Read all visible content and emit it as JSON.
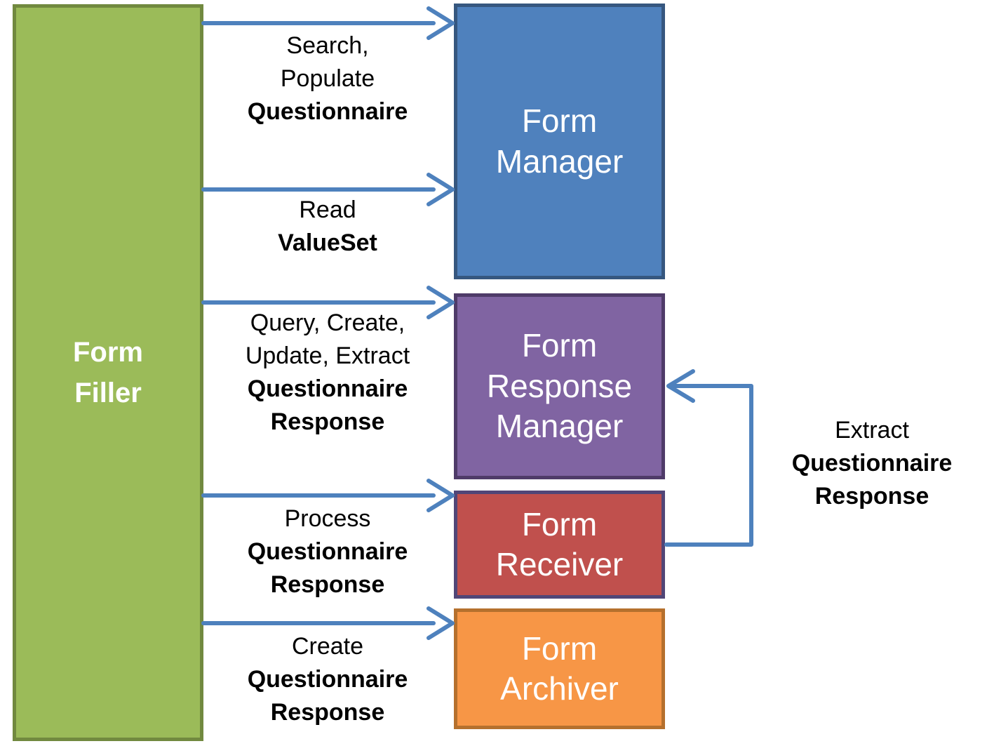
{
  "diagram": {
    "background_color": "#FFFFFF",
    "arrow_color": "#4E81BD",
    "actors": [
      {
        "id": "form-filler",
        "label": "Form Filler",
        "fill": "#9BBB59",
        "border": "#71893F",
        "text_color": "#FFFFFF"
      },
      {
        "id": "form-manager",
        "label": "Form Manager",
        "fill": "#4F81BD",
        "border": "#36577F",
        "text_color": "#FFFFFF"
      },
      {
        "id": "form-response-manager",
        "label": "Form Response Manager",
        "fill": "#8064A2",
        "border": "#4F3B69",
        "text_color": "#FFFFFF"
      },
      {
        "id": "form-receiver",
        "label": "Form Receiver",
        "fill": "#C0504D",
        "border": "#514677",
        "text_color": "#FFFFFF"
      },
      {
        "id": "form-archiver",
        "label": "Form Archiver",
        "fill": "#F79646",
        "border": "#B5702D",
        "text_color": "#FFFFFF"
      }
    ],
    "flows": [
      {
        "from": "Form Filler",
        "to": "Form Manager",
        "lines": [
          {
            "text": "Search,",
            "bold": false
          },
          {
            "text": "Populate",
            "bold": false
          },
          {
            "text": "Questionnaire",
            "bold": true
          }
        ]
      },
      {
        "from": "Form Filler",
        "to": "Form Manager",
        "lines": [
          {
            "text": "Read",
            "bold": false
          },
          {
            "text": "ValueSet",
            "bold": true
          }
        ]
      },
      {
        "from": "Form Filler",
        "to": "Form Response Manager",
        "lines": [
          {
            "text": "Query, Create,",
            "bold": false
          },
          {
            "text": "Update, Extract",
            "bold": false
          },
          {
            "text": "Questionnaire",
            "bold": true
          },
          {
            "text": "Response",
            "bold": true
          }
        ]
      },
      {
        "from": "Form Filler",
        "to": "Form Receiver",
        "lines": [
          {
            "text": "Process",
            "bold": false
          },
          {
            "text": "Questionnaire",
            "bold": true
          },
          {
            "text": "Response",
            "bold": true
          }
        ]
      },
      {
        "from": "Form Filler",
        "to": "Form Archiver",
        "lines": [
          {
            "text": "Create",
            "bold": false
          },
          {
            "text": "Questionnaire",
            "bold": true
          },
          {
            "text": "Response",
            "bold": true
          }
        ]
      },
      {
        "from": "Form Receiver",
        "to": "Form Response Manager",
        "lines": [
          {
            "text": "Extract",
            "bold": false
          },
          {
            "text": "Questionnaire",
            "bold": true
          },
          {
            "text": "Response",
            "bold": true
          }
        ]
      }
    ]
  }
}
